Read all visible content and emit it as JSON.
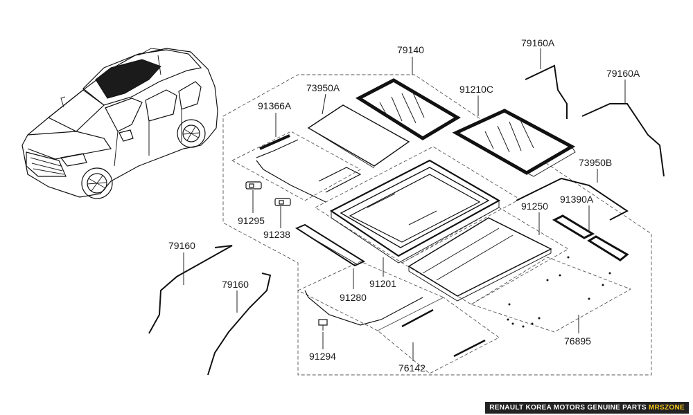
{
  "labels": {
    "p79140": "79140",
    "p79160A_1": "79160A",
    "p79160A_2": "79160A",
    "p73950A": "73950A",
    "p91210C": "91210C",
    "p91366A": "91366A",
    "p73950B": "73950B",
    "p91250": "91250",
    "p91390A": "91390A",
    "p91295": "91295",
    "p91238": "91238",
    "p79160_1": "79160",
    "p79160_2": "79160",
    "p91201": "91201",
    "p91280": "91280",
    "p91294": "91294",
    "p76142": "76142",
    "p76895": "76895"
  },
  "footer": {
    "text": "RENAULT KOREA MOTORS GENUINE PARTS",
    "brand": "MRSZONE"
  },
  "colors": {
    "line": "#111111",
    "footer_bg": "#222222",
    "brand": "#f5c518"
  }
}
